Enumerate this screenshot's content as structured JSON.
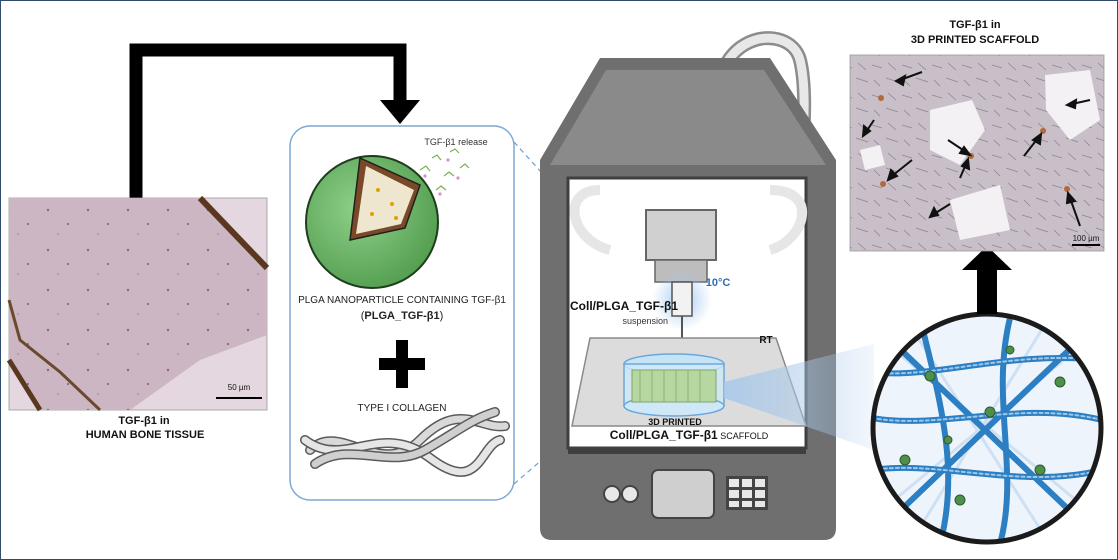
{
  "left_panel": {
    "caption_line1": "TGF-β1 in",
    "caption_line2": "HUMAN BONE TISSUE",
    "scale_bar": "50 µm"
  },
  "center_panel": {
    "release_label": "TGF-β1 release",
    "nanoparticle_line1": "PLGA NANOPARTICLE CONTAINING TGF-β1",
    "nanoparticle_line2_prefix": "(",
    "nanoparticle_line2_name": "PLGA_TGF-β1",
    "nanoparticle_line2_suffix": ")",
    "plus_sign": "+",
    "collagen_label": "TYPE I COLLAGEN"
  },
  "printer": {
    "suspension_title": "Coll/PLGA_TGF-β1",
    "suspension_sub": "suspension",
    "temperature": "10°C",
    "rt_label": "RT",
    "scaffold_line1": "3D PRINTED",
    "scaffold_line2_name": "Coll/PLGA_TGF-β1",
    "scaffold_line2_suffix": " SCAFFOLD"
  },
  "right_panel": {
    "caption_line1": "TGF-β1 in",
    "caption_line2": "3D PRINTED SCAFFOLD",
    "scale_bar": "100 µm"
  },
  "colors": {
    "arrow": "#000000",
    "frame": "#2f4a6d",
    "printer_dark": "#595959",
    "printer_light": "#b8b8b8",
    "nanoparticle": "#6fb86a",
    "bone": "#c9b2bf",
    "scaffold_fiber": "#2b7fc2",
    "box_border": "#7ea9d6"
  }
}
